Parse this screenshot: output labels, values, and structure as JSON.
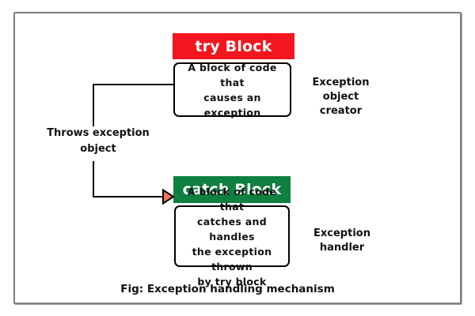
{
  "diagram": {
    "try_block": {
      "title": "try Block",
      "description": "A block of code that\ncauses an exception",
      "side_label": "Exception object\ncreator"
    },
    "catch_block": {
      "title": "catch Block",
      "description": "A block of code that\ncatches and handles\nthe exception thrown\nby try block",
      "side_label": "Exception handler"
    },
    "arrow_label": "Throws exception\nobject",
    "caption": "Fig: Exception handling mechanism",
    "colors": {
      "try_header_bg": "#F3161E",
      "catch_header_bg": "#0E8040",
      "arrowhead_fill": "#F4765A",
      "connector_line": "#000000",
      "frame_border": "#7f7f7f",
      "header_text": "#ffffff"
    }
  }
}
